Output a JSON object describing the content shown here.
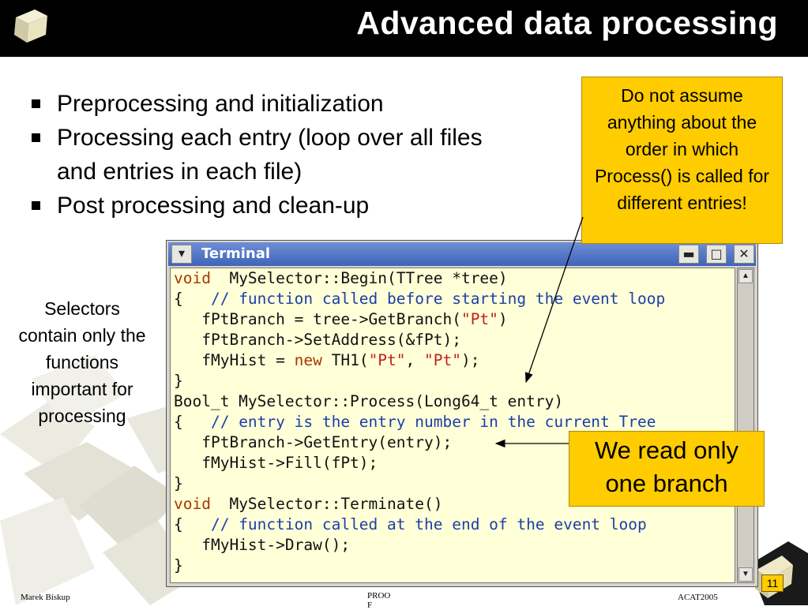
{
  "header": {
    "title": "Advanced data processing"
  },
  "bullets": [
    "Preprocessing and initialization",
    "Processing each entry (loop over all files and entries in each file)",
    "Post processing and clean-up"
  ],
  "callouts": {
    "order_note": "Do not assume anything about the order in which Process() is called for different entries!",
    "branch_note": "We read only one branch"
  },
  "side_note": "Selectors contain only the functions important for processing",
  "terminal": {
    "title": "Terminal",
    "menu_icon": "chevron-down-icon",
    "buttons": [
      "minimize-icon",
      "maximize-icon",
      "close-icon"
    ],
    "code_lines": [
      [
        [
          "kw",
          "void"
        ],
        [
          "",
          "  MySelector::Begin(TTree *tree)"
        ]
      ],
      [
        [
          "",
          "{   "
        ],
        [
          "cm",
          "// function called before starting the event loop"
        ]
      ],
      [
        [
          "",
          "   fPtBranch = tree->GetBranch("
        ],
        [
          "st",
          "\"Pt\""
        ],
        [
          "",
          ")"
        ]
      ],
      [
        [
          "",
          "   fPtBranch->SetAddress(&fPt);"
        ]
      ],
      [
        [
          "",
          "   fMyHist = "
        ],
        [
          "kw",
          "new"
        ],
        [
          "",
          " TH1("
        ],
        [
          "st",
          "\"Pt\""
        ],
        [
          "",
          ", "
        ],
        [
          "st",
          "\"Pt\""
        ],
        [
          "",
          ");"
        ]
      ],
      [
        [
          "",
          "}"
        ]
      ],
      [
        [
          "",
          "Bool_t MySelector::Process(Long64_t entry)"
        ]
      ],
      [
        [
          "",
          "{   "
        ],
        [
          "cm",
          "// entry is the entry number in the current Tree"
        ]
      ],
      [
        [
          "",
          "   fPtBranch->GetEntry(entry);"
        ]
      ],
      [
        [
          "",
          "   fMyHist->Fill(fPt);"
        ]
      ],
      [
        [
          "",
          "}"
        ]
      ],
      [
        [
          "kw",
          "void"
        ],
        [
          "",
          "  MySelector::Terminate()"
        ]
      ],
      [
        [
          "",
          "{   "
        ],
        [
          "cm",
          "// function called at the end of the event loop"
        ]
      ],
      [
        [
          "",
          "   fMyHist->Draw();"
        ]
      ],
      [
        [
          "",
          "}"
        ]
      ]
    ]
  },
  "footer": {
    "author": "Marek Biskup",
    "center": "PROO F",
    "conference": "ACAT2005",
    "page": "11"
  },
  "colors": {
    "title_bg": "#000000",
    "callout": "#ffcc00",
    "code_bg": "#ffffd8",
    "keyword": "#a63800",
    "comment": "#1b3fa8",
    "string": "#c42020"
  }
}
